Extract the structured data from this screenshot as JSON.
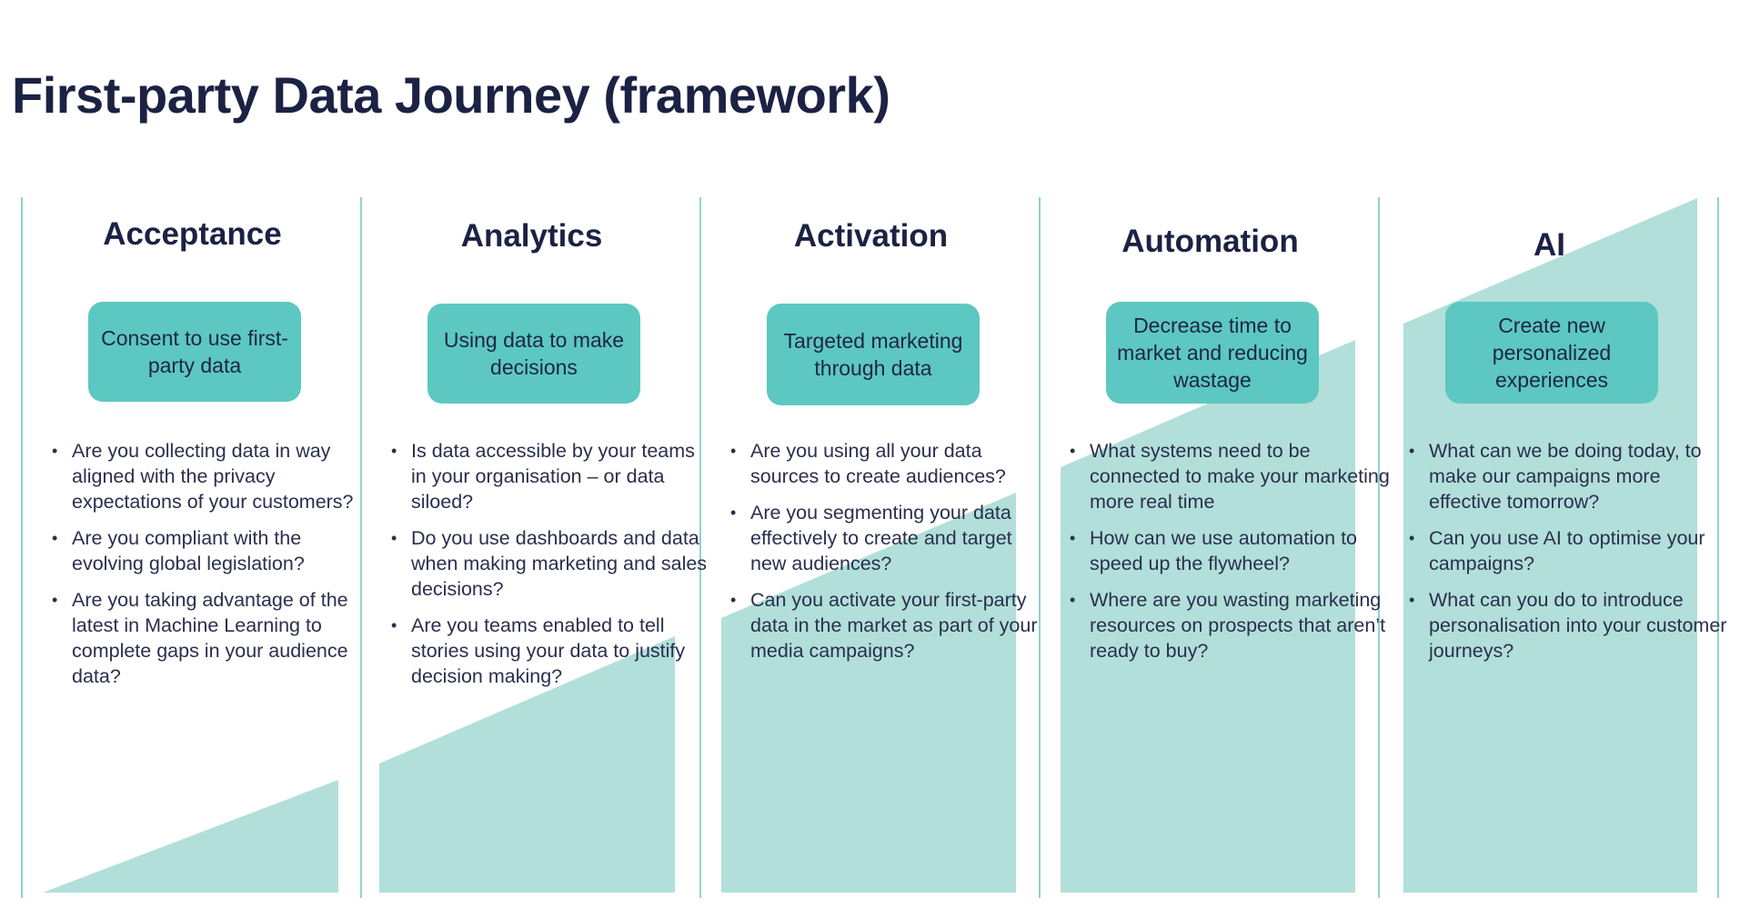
{
  "title": "First-party Data Journey (framework)",
  "colors": {
    "accent": "#5cc8c1",
    "ramp": "#b2dfd9",
    "divider": "#8fd3cc",
    "text": "#1c2243"
  },
  "stages": [
    {
      "name": "Acceptance",
      "summary": "Consent to use first-party data",
      "questions": [
        "Are you collecting data in way aligned with the privacy expectations of your customers?",
        "Are you compliant with the evolving global legislation?",
        "Are you taking advantage of the latest in Machine Learning to complete gaps in your audience data?"
      ]
    },
    {
      "name": "Analytics",
      "summary": "Using data to make decisions",
      "questions": [
        "Is data accessible by your teams in your organisation – or data siloed?",
        "Do you use dashboards and data when making marketing and sales decisions?",
        "Are you teams enabled to tell stories using your data to justify decision making?"
      ]
    },
    {
      "name": "Activation",
      "summary": "Targeted marketing through data",
      "questions": [
        "Are you using all your data sources to create audiences?",
        "Are you segmenting your data effectively to create and target new audiences?",
        "Can you activate your first-party data in the market as part of your media campaigns?"
      ]
    },
    {
      "name": "Automation",
      "summary": "Decrease time to market and reducing wastage",
      "questions": [
        "What systems need to be connected to make your marketing more real time",
        "How can we use automation to speed up the flywheel?",
        "Where are you wasting marketing resources on prospects that aren’t ready to buy?"
      ]
    },
    {
      "name": "AI",
      "summary": "Create new personalized experiences",
      "questions": [
        "What can we be doing today, to make our campaigns more effective tomorrow?",
        "Can you use AI to optimise your campaigns?",
        "What can you do to introduce personalisation into your customer journeys?"
      ]
    }
  ]
}
